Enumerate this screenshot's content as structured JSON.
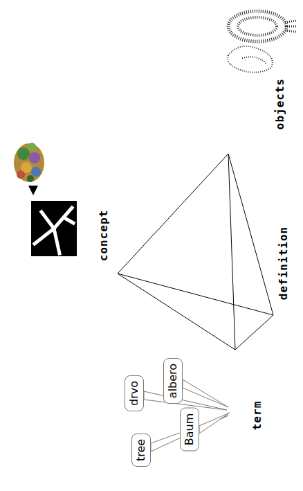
{
  "diagram": {
    "nodes": [
      {
        "text": [
          "tree"
        ]
      },
      {
        "text": [
          "Baum"
        ]
      },
      {
        "text": [
          "drvo"
        ]
      },
      {
        "text": [
          "albero"
        ]
      }
    ],
    "labels": [
      "concept",
      "definition",
      "objects",
      "term"
    ]
  }
}
